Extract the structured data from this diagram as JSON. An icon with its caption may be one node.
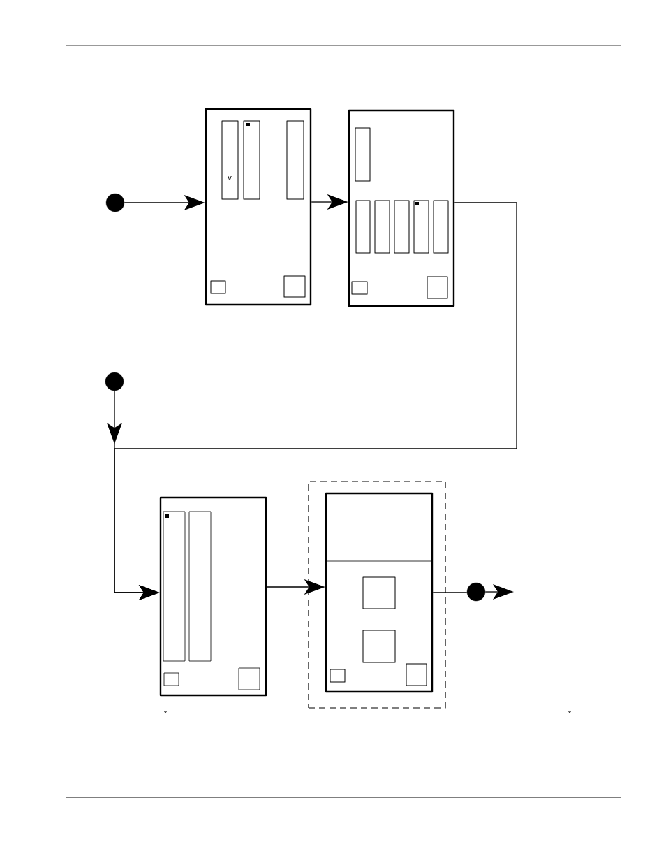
{
  "diagram": {
    "nodes": [
      {
        "text": [],
        "shape": "circle"
      },
      {
        "text": [],
        "shape": "box"
      },
      {
        "text": [],
        "shape": "box"
      },
      {
        "text": [],
        "shape": "circle"
      },
      {
        "text": [],
        "shape": "box"
      },
      {
        "text": [],
        "shape": "box"
      },
      {
        "text": [],
        "shape": "box",
        "in": 5
      },
      {
        "text": [],
        "shape": "circle"
      }
    ],
    "edges": [
      {
        "from": 0,
        "to": 1,
        "arrow": "to"
      },
      {
        "from": 1,
        "to": 2,
        "arrow": "to"
      },
      {
        "from": 2,
        "to": 4,
        "arrow": "to"
      },
      {
        "from": 3,
        "to": 4,
        "arrow": "to"
      },
      {
        "from": 4,
        "to": 6,
        "arrow": "to"
      },
      {
        "from": 6,
        "to": 7,
        "arrow": "none"
      },
      {
        "from": 7,
        "to": null,
        "arrow": "to"
      }
    ],
    "labels": [
      "v",
      "*",
      "*"
    ]
  }
}
